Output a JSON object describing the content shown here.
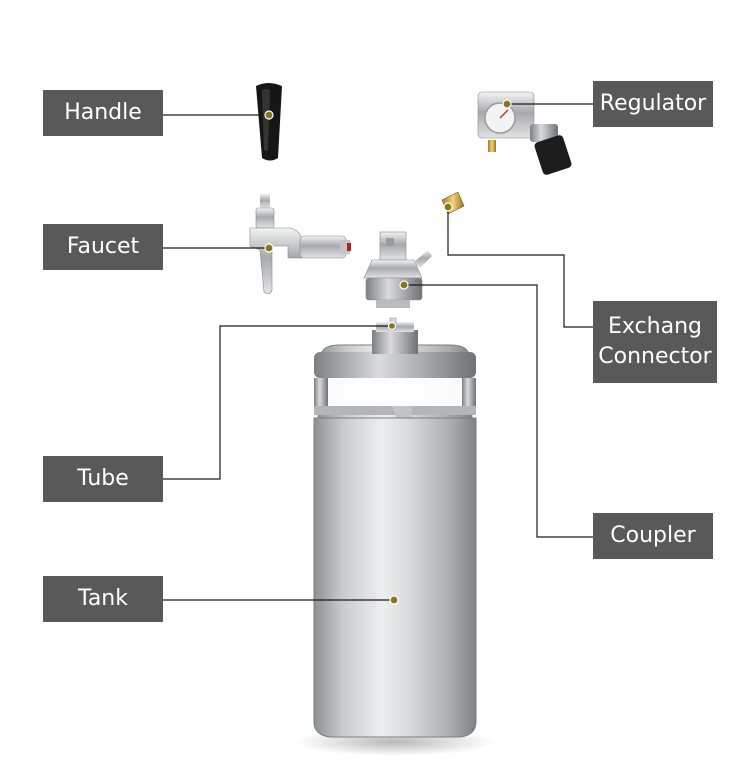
{
  "labels": {
    "handle": "Handle",
    "faucet": "Faucet",
    "tube": "Tube",
    "tank": "Tank",
    "regulator": "Regulator",
    "exchange_line1": "Exchang",
    "exchange_line2": "Connector",
    "coupler": "Coupler"
  },
  "colors": {
    "label_bg": "#595959",
    "label_text": "#ffffff",
    "leader_line": "#1a1a1a",
    "marker_dot": "#8a7420"
  },
  "icons": [
    "keg-tank-image",
    "handle-image",
    "faucet-image",
    "coupler-image",
    "regulator-image",
    "brass-connector-image",
    "tube-image"
  ]
}
